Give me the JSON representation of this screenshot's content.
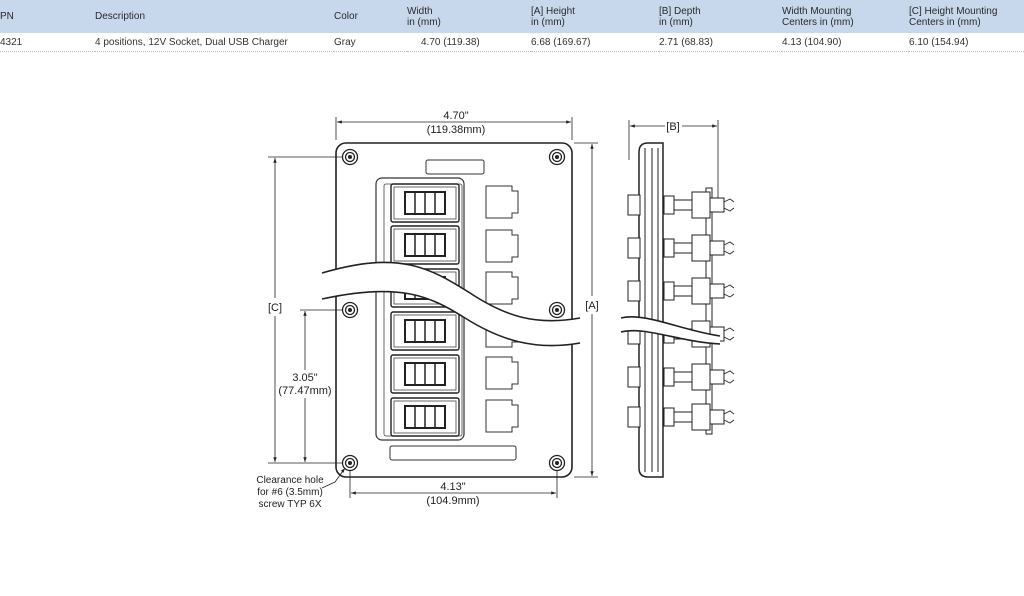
{
  "table": {
    "headers": {
      "pn": "PN",
      "description": "Description",
      "color": "Color",
      "width_l1": "Width",
      "width_l2": "in (mm)",
      "height_l1": "[A] Height",
      "height_l2": "in (mm)",
      "depth_l1": "[B] Depth",
      "depth_l2": "in (mm)",
      "wmc_l1": "Width Mounting",
      "wmc_l2": "Centers in (mm)",
      "hmc_l1": "[C] Height Mounting",
      "hmc_l2": "Centers in (mm)"
    },
    "row": {
      "pn": "4321",
      "description": "4 positions, 12V Socket, Dual USB Charger",
      "color": "Gray",
      "width": "4.70 (119.38)",
      "height": "6.68 (169.67)",
      "depth": "2.71 (68.83)",
      "wmc": "4.13 (104.90)",
      "hmc": "6.10 (154.94)"
    }
  },
  "drawing": {
    "width_dim_l1": "4.70\"",
    "width_dim_l2": "(119.38mm)",
    "label_c": "[C]",
    "label_a": "[A]",
    "label_b": "[B]",
    "spacing_dim_l1": "3.05\"",
    "spacing_dim_l2": "(77.47mm)",
    "mount_dim_l1": "4.13\"",
    "mount_dim_l2": "(104.9mm)",
    "note_l1": "Clearance hole",
    "note_l2": "for #6 (3.5mm)",
    "note_l3": "screw TYP 6X"
  }
}
